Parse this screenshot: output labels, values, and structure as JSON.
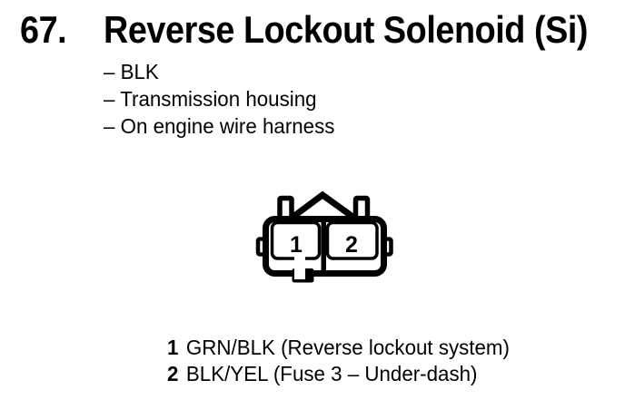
{
  "page": {
    "item_number": "67.",
    "title": "Reverse Lockout Solenoid (Si)",
    "details": [
      "– BLK",
      "– Transmission housing",
      "– On engine wire harness"
    ],
    "connector": {
      "pins": [
        "1",
        "2"
      ]
    },
    "legend": [
      {
        "pin": "1",
        "description": "GRN/BLK (Reverse lockout system)"
      },
      {
        "pin": "2",
        "description": "BLK/YEL (Fuse 3 – Under-dash)"
      }
    ],
    "colors": {
      "ink": "#000000",
      "paper": "#ffffff"
    }
  }
}
